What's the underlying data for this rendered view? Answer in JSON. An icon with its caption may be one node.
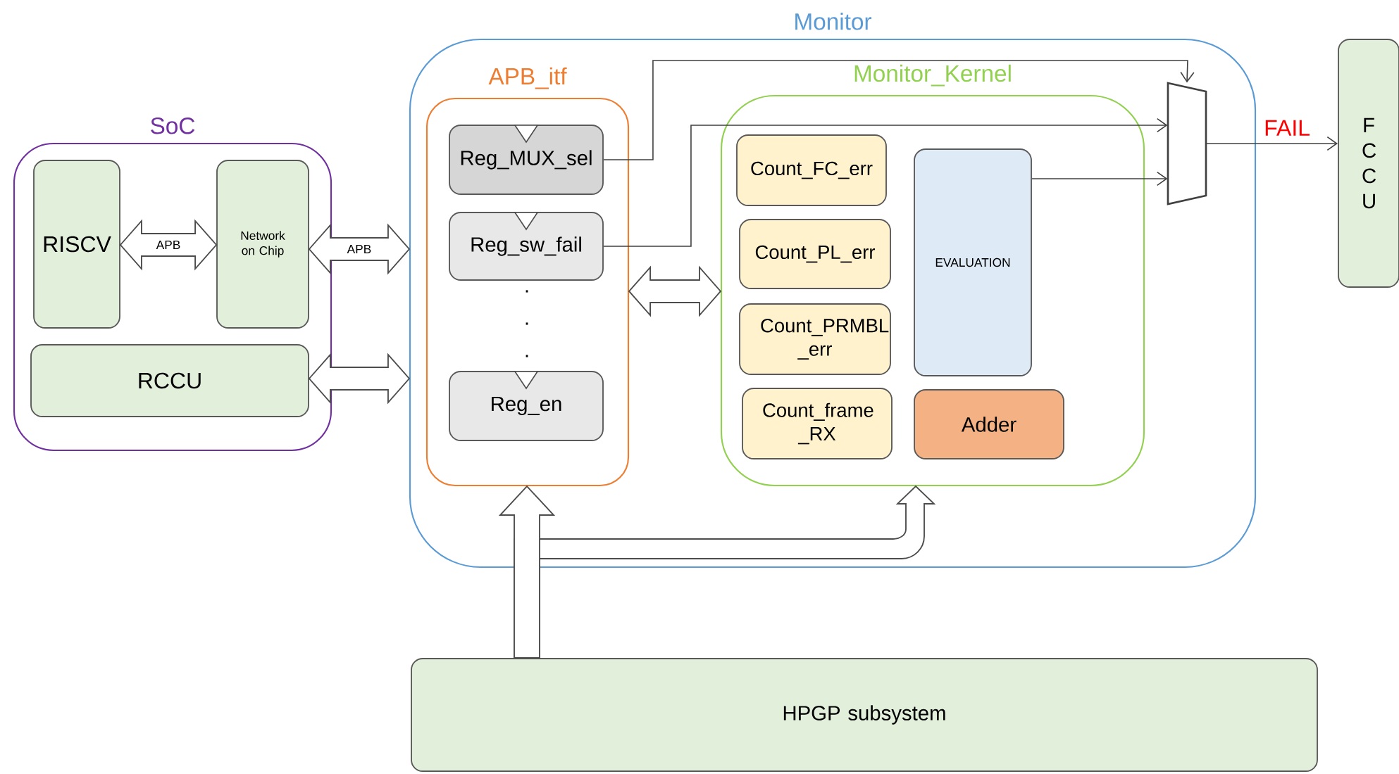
{
  "diagram": {
    "nodes": [
      {
        "text": [
          "Monitor"
        ]
      },
      {
        "text": [
          "SoC"
        ]
      },
      {
        "text": [
          "RISCV"
        ],
        "in": 1
      },
      {
        "text": [
          "Network on Chip"
        ],
        "in": 1
      },
      {
        "text": [
          "RCCU"
        ],
        "in": 1
      },
      {
        "text": [
          "APB_itf"
        ],
        "in": 0
      },
      {
        "text": [
          "Reg_MUX_sel"
        ],
        "in": 5
      },
      {
        "text": [
          "Reg_sw_fail"
        ],
        "in": 5
      },
      {
        "text": [
          "Reg_en"
        ],
        "in": 5
      },
      {
        "text": [
          "Monitor_Kernel"
        ],
        "in": 0
      },
      {
        "text": [
          "Count_FC_err"
        ],
        "in": 9
      },
      {
        "text": [
          "Count_PL_err"
        ],
        "in": 9
      },
      {
        "text": [
          "Count_PRMBL _err"
        ],
        "in": 9
      },
      {
        "text": [
          "Count_frame _RX"
        ],
        "in": 9
      },
      {
        "text": [
          "EVALUATION"
        ],
        "in": 9
      },
      {
        "text": [
          "Adder"
        ],
        "in": 9
      },
      {
        "text": [],
        "shape": "trapezoid",
        "in": 0
      },
      {
        "text": [
          "F C C U"
        ]
      },
      {
        "text": [
          "HPGP subsystem"
        ]
      }
    ],
    "edges": [
      {
        "from": 2,
        "to": 3,
        "arrow": "both",
        "label": "APB",
        "style": "thick"
      },
      {
        "from": 3,
        "to": 0,
        "arrow": "both",
        "label": "APB",
        "style": "thick"
      },
      {
        "from": 4,
        "to": 0,
        "arrow": "both",
        "style": "thick"
      },
      {
        "from": 5,
        "to": 9,
        "arrow": "both",
        "style": "thick"
      },
      {
        "from": 18,
        "to": 5,
        "arrow": "to",
        "style": "thick"
      },
      {
        "from": 18,
        "to": 9,
        "arrow": "to",
        "style": "thick"
      },
      {
        "from": 6,
        "to": 16,
        "arrow": "to"
      },
      {
        "from": 7,
        "to": 16,
        "arrow": "to"
      },
      {
        "from": 14,
        "to": 16,
        "arrow": "to"
      },
      {
        "from": 16,
        "to": 17,
        "arrow": "to",
        "label": "FAIL"
      }
    ],
    "labels": [
      ".",
      ".",
      "."
    ]
  }
}
